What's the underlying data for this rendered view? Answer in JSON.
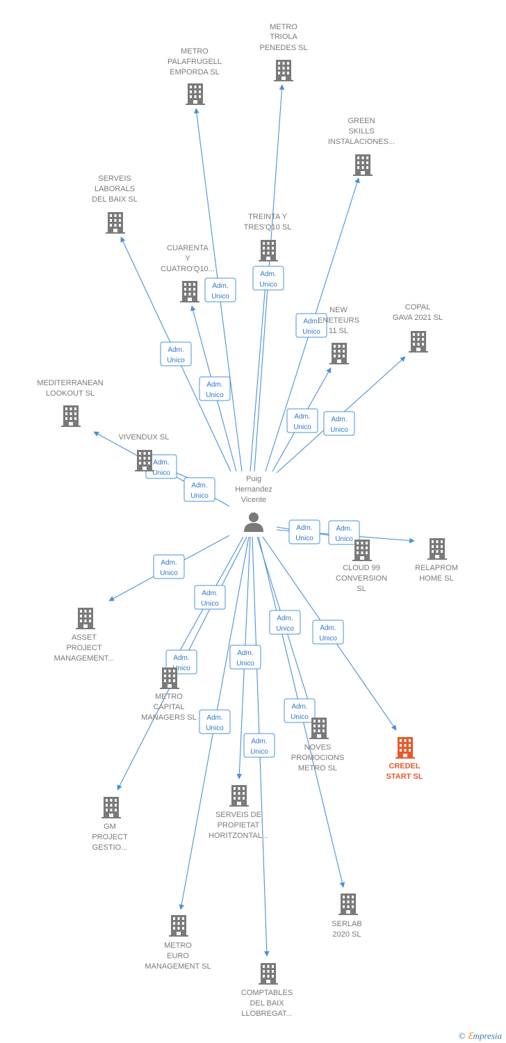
{
  "center": {
    "name": "Puig\nHernandez\nVicente",
    "icon": "person-icon"
  },
  "relation_label": "Adm.\nUnico",
  "colors": {
    "edge": "#4a90d9",
    "node": "#7a7a7a",
    "highlight": "#e85a2c"
  },
  "nodes": [
    {
      "id": "metro-triola",
      "label": "METRO\nTRIOLA\nPENEDES SL"
    },
    {
      "id": "metro-palafrugell",
      "label": "METRO\nPALAFRUGELL\nEMPORDA SL"
    },
    {
      "id": "green-skills",
      "label": "GREEN\nSKILLS\nINSTALACIONES..."
    },
    {
      "id": "serveis-laborals",
      "label": "SERVEIS\nLABORALS\nDEL BAIX SL"
    },
    {
      "id": "treinta-tres",
      "label": "TREINTA Y\nTRES'Q10  SL"
    },
    {
      "id": "cuarenta-cuatro",
      "label": "CUARENTA\nY\nCUATRO'Q10..."
    },
    {
      "id": "new-eneteurs",
      "label": "NEW\nENETEURS\n11  SL"
    },
    {
      "id": "copal-gava",
      "label": "COPAL\nGAVA 2021  SL"
    },
    {
      "id": "mediterranean",
      "label": "MEDITERRANEAN\nLOOKOUT  SL"
    },
    {
      "id": "vivendux",
      "label": "VIVENDUX SL"
    },
    {
      "id": "cloud99",
      "label": "CLOUD 99\nCONVERSION\nSL"
    },
    {
      "id": "relaprom",
      "label": "RELAPROM\nHOME SL"
    },
    {
      "id": "asset-project",
      "label": "ASSET\nPROJECT\nMANAGEMENT..."
    },
    {
      "id": "metro-capital",
      "label": "METRO\nCAPITAL\nMANAGERS SL"
    },
    {
      "id": "noves-promocions",
      "label": "NOVES\nPROMOCIONS\nMETRO SL"
    },
    {
      "id": "credel-start",
      "label": "CREDEL\nSTART  SL",
      "highlight": true
    },
    {
      "id": "gm-project",
      "label": "GM\nPROJECT\nGESTIO..."
    },
    {
      "id": "serveis-propietat",
      "label": "SERVEIS DE\nPROPIETAT\nHORITZONTAL..."
    },
    {
      "id": "serlab",
      "label": "SERLAB\n2020  SL"
    },
    {
      "id": "metro-euro",
      "label": "METRO\nEURO\nMANAGEMENT SL"
    },
    {
      "id": "comptables",
      "label": "COMPTABLES\nDEL BAIX\nLLOBREGAT..."
    }
  ],
  "brand": {
    "copyright": "©",
    "e": "ℇ",
    "rest": "mpresia"
  }
}
